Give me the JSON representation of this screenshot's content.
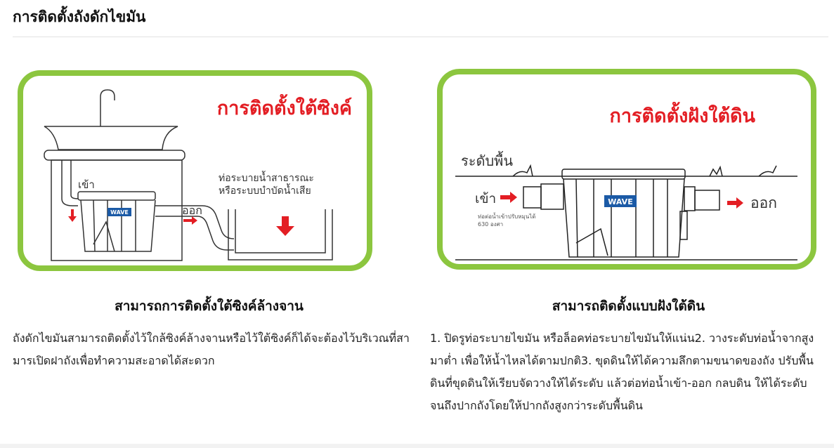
{
  "page_title": "การติดตั้งถังดักไขมัน",
  "colors": {
    "accent_green": "#8cc63f",
    "accent_red": "#e31e24",
    "brand_blue": "#1b5aa6"
  },
  "sections": [
    {
      "image": {
        "heading": "การติดตั้งใต้ซิงค์",
        "label_in": "เข้า",
        "label_out": "ออก",
        "drain_label_1": "ท่อระบายน้ำสาธารณะ",
        "drain_label_2": "หรือระบบบำบัดน้ำเสีย",
        "brand": "WAVE"
      },
      "subtitle": "สามารถการติดตั้งใต้ซิงค์ล้างจาน",
      "description": "ถังดักไขมันสามารถติดตั้งไว้ใกล้ซิงค์ล้างจานหรือไว้ใต้ซิงค์ก็ได้จะต้องไว้บริเวณที่สามารเปิดฝาถังเพื่อทำความสะอาดได้สะดวก"
    },
    {
      "image": {
        "heading": "การติดตั้งฝังใต้ดิน",
        "ground_label": "ระดับพื้น",
        "label_in": "เข้า",
        "label_out": "ออก",
        "note_1": "ท่อต่อน้ำเข้าปรับหมุนได้",
        "note_2": "630 องศา",
        "brand": "WAVE"
      },
      "subtitle": "สามารถติดตั้งแบบฝังใต้ดิน",
      "description": "1. ปิดรูท่อระบายไขมัน หรือล็อคท่อระบายไขมันให้แน่น2. วางระดับท่อน้ำจากสูงมาต่ำ เพื่อให้น้ำไหลได้ตามปกติ3. ขุดดินให้ได้ความลึกตามขนาดของถัง ปรับพื้นดินที่ขุดดินให้เรียบจัดวางให้ได้ระดับ แล้วต่อท่อน้ำเข้า-ออก กลบดิน ให้ได้ระดับจนถึงปากถังโดยให้ปากถังสูงกว่าระดับพื้นดิน"
    }
  ]
}
